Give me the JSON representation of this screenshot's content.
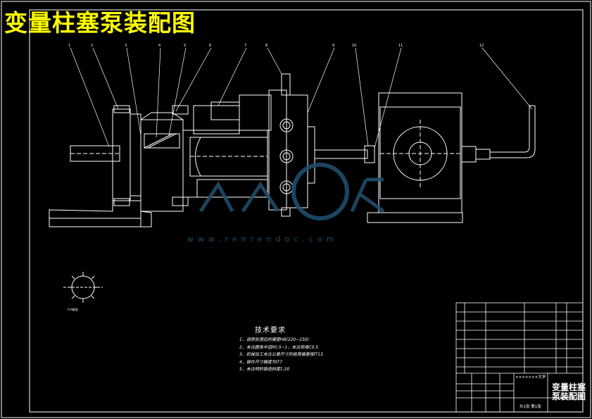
{
  "title": "变量柱塞泵装配图",
  "colors": {
    "background": "#000000",
    "lines": "#ffffff",
    "title": "#ffff00",
    "watermark": "#1f4d6b"
  },
  "tech_requirements": {
    "heading": "技术要求",
    "items": [
      "1、调质处理后的硬度HB(220~250)",
      "2、未注圆角半径R0.5~1，未注倒角C0.5",
      "3、机械加工未注公差尺寸的极限偏差按IT13",
      "4、铸件尺寸精度为IT7",
      "5、未注明的铸造斜度1:20"
    ]
  },
  "watermark": {
    "text": "人人文库",
    "url": "www.renrendoc.com"
  },
  "title_block": {
    "drawing_name": "变量柱塞泵装配图",
    "school": "×××××××大学",
    "sheet": "共1张 第1张",
    "section_note": "A-A截面"
  },
  "leaders": [
    "1",
    "2",
    "3",
    "4",
    "5",
    "6",
    "7",
    "8",
    "9",
    "10",
    "11",
    "12"
  ]
}
